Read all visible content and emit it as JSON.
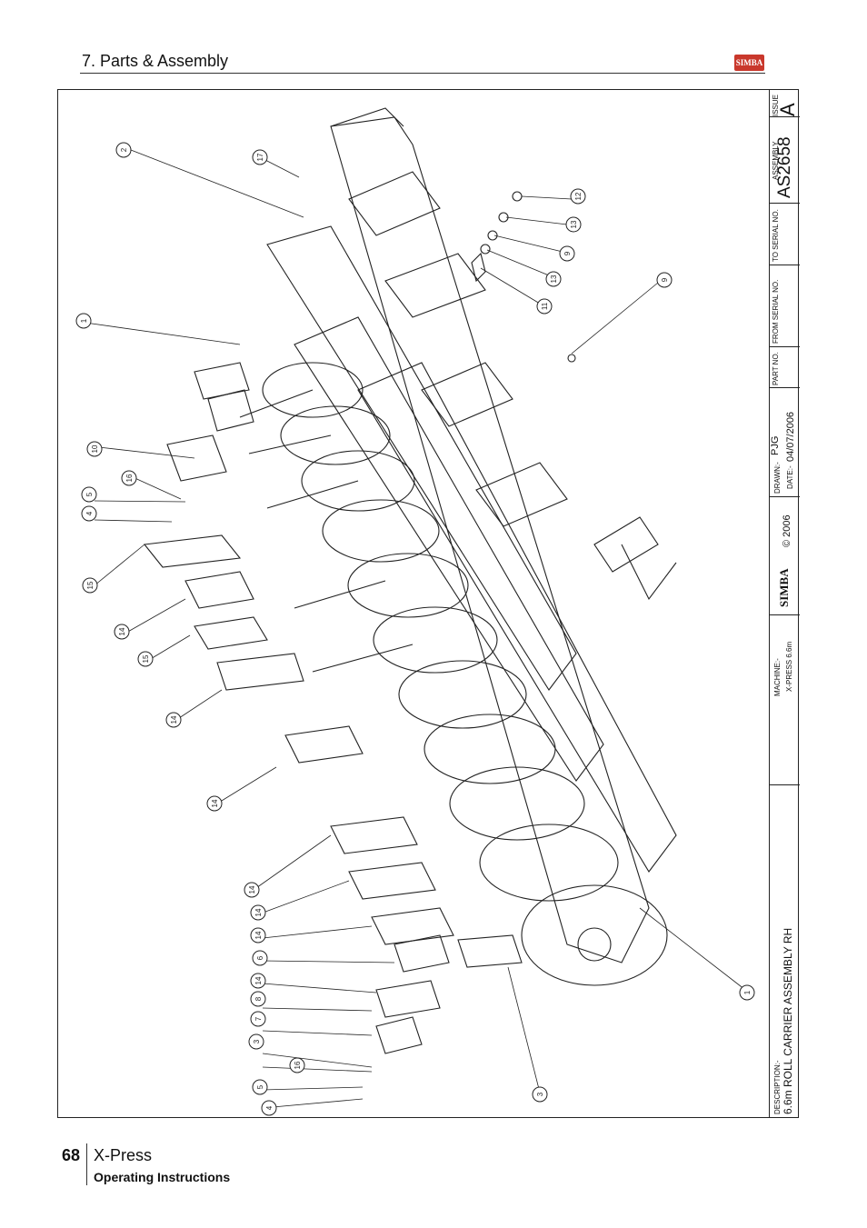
{
  "header": {
    "section_title": "7. Parts & Assembly",
    "logo_text": "SIMBA"
  },
  "title_block": {
    "issue_label": "ISSUE",
    "issue_value": "A",
    "assembly_label": "ASSEMBLY",
    "assembly_value": "AS2658",
    "to_serial_label": "TO SERIAL NO.",
    "from_serial_label": "FROM SERIAL NO.",
    "part_no_label": "PART NO.",
    "drawn_label": "DRAWN:-",
    "drawn_value": "PJG",
    "date_label": "DATE:-",
    "date_value": "04/07/2006",
    "copyright": "© 2006",
    "logo_text": "SIMBA",
    "machine_label": "MACHINE:-",
    "machine_value": "X-PRESS 6.6m",
    "description_label": "DESCRIPTION:-",
    "description_value": "6.6m ROLL CARRIER ASSEMBLY RH"
  },
  "balloons": [
    "2",
    "17",
    "12",
    "13",
    "9",
    "13",
    "11",
    "9",
    "1",
    "10",
    "16",
    "5",
    "4",
    "15",
    "14",
    "15",
    "14",
    "14",
    "14",
    "14",
    "14",
    "6",
    "14",
    "8",
    "7",
    "3",
    "16",
    "5",
    "4",
    "3",
    "1"
  ],
  "footer": {
    "page_number": "68",
    "product": "X-Press",
    "subtitle": "Operating Instructions"
  }
}
